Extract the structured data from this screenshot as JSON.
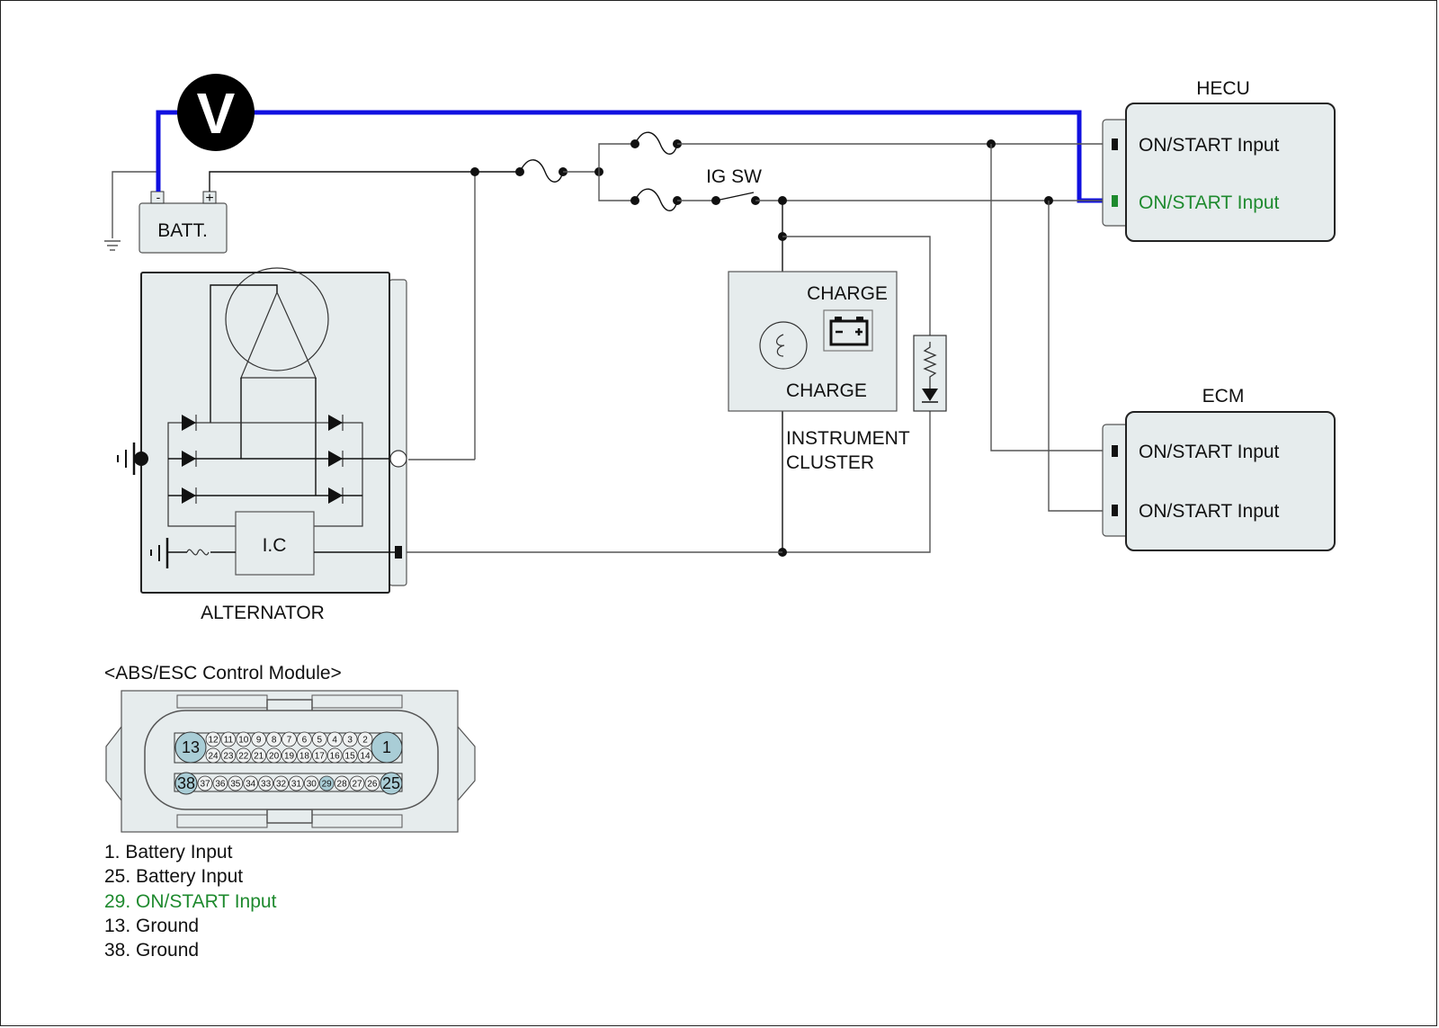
{
  "diagram": {
    "meter": {
      "label": "V",
      "type": "voltmeter"
    },
    "battery": {
      "label": "BATT.",
      "negative_terminal": "-",
      "positive_terminal": "+"
    },
    "alternator": {
      "label": "ALTERNATOR",
      "regulator_label": "I.C"
    },
    "ignition_switch": {
      "label": "IG SW"
    },
    "instrument_cluster": {
      "label_line1": "INSTRUMENT",
      "label_line2": "CLUSTER",
      "warning_label_top": "CHARGE",
      "lamp_label": "CHARGE"
    },
    "hecu": {
      "title": "HECU",
      "pins": [
        {
          "label": "ON/START Input",
          "highlighted": false
        },
        {
          "label": "ON/START Input",
          "highlighted": true
        }
      ]
    },
    "ecm": {
      "title": "ECM",
      "pins": [
        {
          "label": "ON/START Input"
        },
        {
          "label": "ON/START Input"
        }
      ]
    },
    "connector": {
      "title": "<ABS/ESC Control Module>",
      "row1_top": [
        "12",
        "11",
        "10",
        "9",
        "8",
        "7",
        "6",
        "5",
        "4",
        "3",
        "2"
      ],
      "row1_bottom": [
        "24",
        "23",
        "22",
        "21",
        "20",
        "19",
        "18",
        "17",
        "16",
        "15",
        "14"
      ],
      "row1_left_big": "13",
      "row1_right_big": "1",
      "row2": [
        "37",
        "36",
        "35",
        "34",
        "33",
        "32",
        "31",
        "30",
        "29",
        "28",
        "27",
        "26"
      ],
      "row2_left_big": "38",
      "row2_right_big": "25",
      "highlighted_pin": "29"
    },
    "pin_legend": [
      {
        "text": "1. Battery Input",
        "highlighted": false
      },
      {
        "text": "25. Battery Input",
        "highlighted": false
      },
      {
        "text": "29. ON/START Input",
        "highlighted": true
      },
      {
        "text": "13. Ground",
        "highlighted": false
      },
      {
        "text": "38. Ground",
        "highlighted": false
      }
    ],
    "colors": {
      "measurement_wire": "#1010e0",
      "highlight_text": "#1e8a2e",
      "component_fill": "#e6eced",
      "pin_fill": "#a9cdd6"
    }
  }
}
